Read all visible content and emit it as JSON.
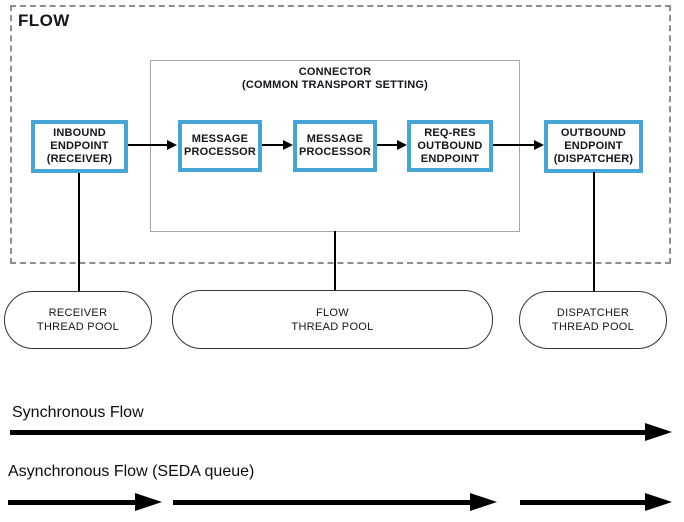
{
  "colors": {
    "node_border": "#45a5d6",
    "flow_border": "#8e8e8e",
    "connector_border": "#a6a6a6",
    "pool_border": "#333333",
    "text": "#15151e",
    "arrow": "#000000"
  },
  "diagram": {
    "title": "FLOW",
    "connector_title": "CONNECTOR\n(COMMON TRANSPORT SETTING)",
    "nodes": [
      {
        "id": "inbound-endpoint",
        "label": "INBOUND\nENDPOINT\n(RECEIVER)"
      },
      {
        "id": "message-processor-1",
        "label": "MESSAGE\nPROCESSOR"
      },
      {
        "id": "message-processor-2",
        "label": "MESSAGE\nPROCESSOR"
      },
      {
        "id": "req-res-outbound-endpoint",
        "label": "REQ-RES\nOUTBOUND\nENDPOINT"
      },
      {
        "id": "outbound-endpoint",
        "label": "OUTBOUND\nENDPOINT\n(DISPATCHER)"
      }
    ],
    "thread_pools": [
      {
        "id": "receiver-thread-pool",
        "label": "RECEIVER\nTHREAD POOL"
      },
      {
        "id": "flow-thread-pool",
        "label": "FLOW\nTHREAD POOL"
      },
      {
        "id": "dispatcher-thread-pool",
        "label": "DISPATCHER\nTHREAD POOL"
      }
    ]
  },
  "legend": {
    "synchronous": "Synchronous Flow",
    "asynchronous": "Asynchronous Flow (SEDA queue)"
  }
}
